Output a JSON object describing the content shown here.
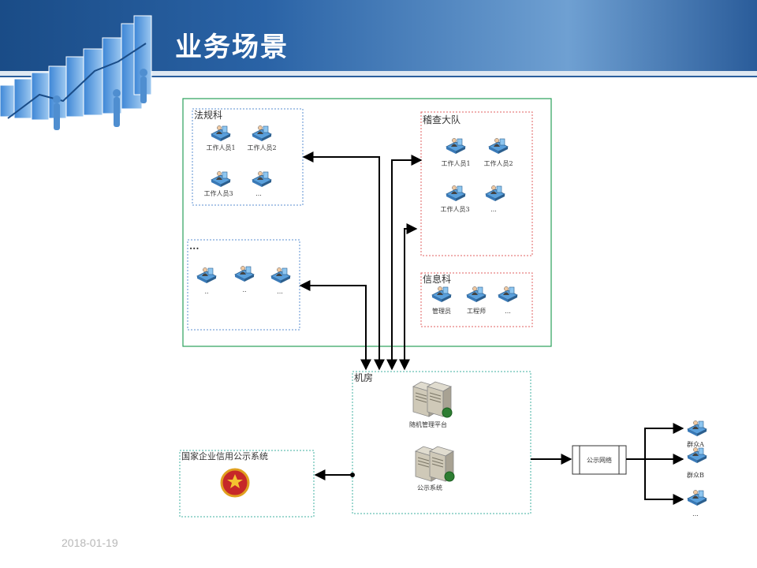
{
  "slide": {
    "title": "业务场景",
    "date": "2018-01-19"
  },
  "diagram": {
    "legal_dept": {
      "title": "法规科",
      "staff": [
        "工作人员1",
        "工作人员2",
        "工作人员3",
        "..."
      ]
    },
    "other_dept": {
      "title": "...",
      "staff": [
        "..",
        "..",
        "..."
      ]
    },
    "inspection_team": {
      "title": "稽查大队",
      "staff": [
        "工作人员1",
        "工作人员2",
        "工作人员3",
        "..."
      ]
    },
    "info_dept": {
      "title": "信息科",
      "staff": [
        "管理员",
        "工程师",
        "..."
      ]
    },
    "server_room": {
      "title": "机房",
      "servers": [
        "随机管理平台",
        "公示系统"
      ]
    },
    "national_system": {
      "title": "国家企业信用公示系统"
    },
    "public_network": {
      "label": "公示网络"
    },
    "public": {
      "labels": [
        "群众A",
        "群众B",
        "..."
      ]
    }
  }
}
